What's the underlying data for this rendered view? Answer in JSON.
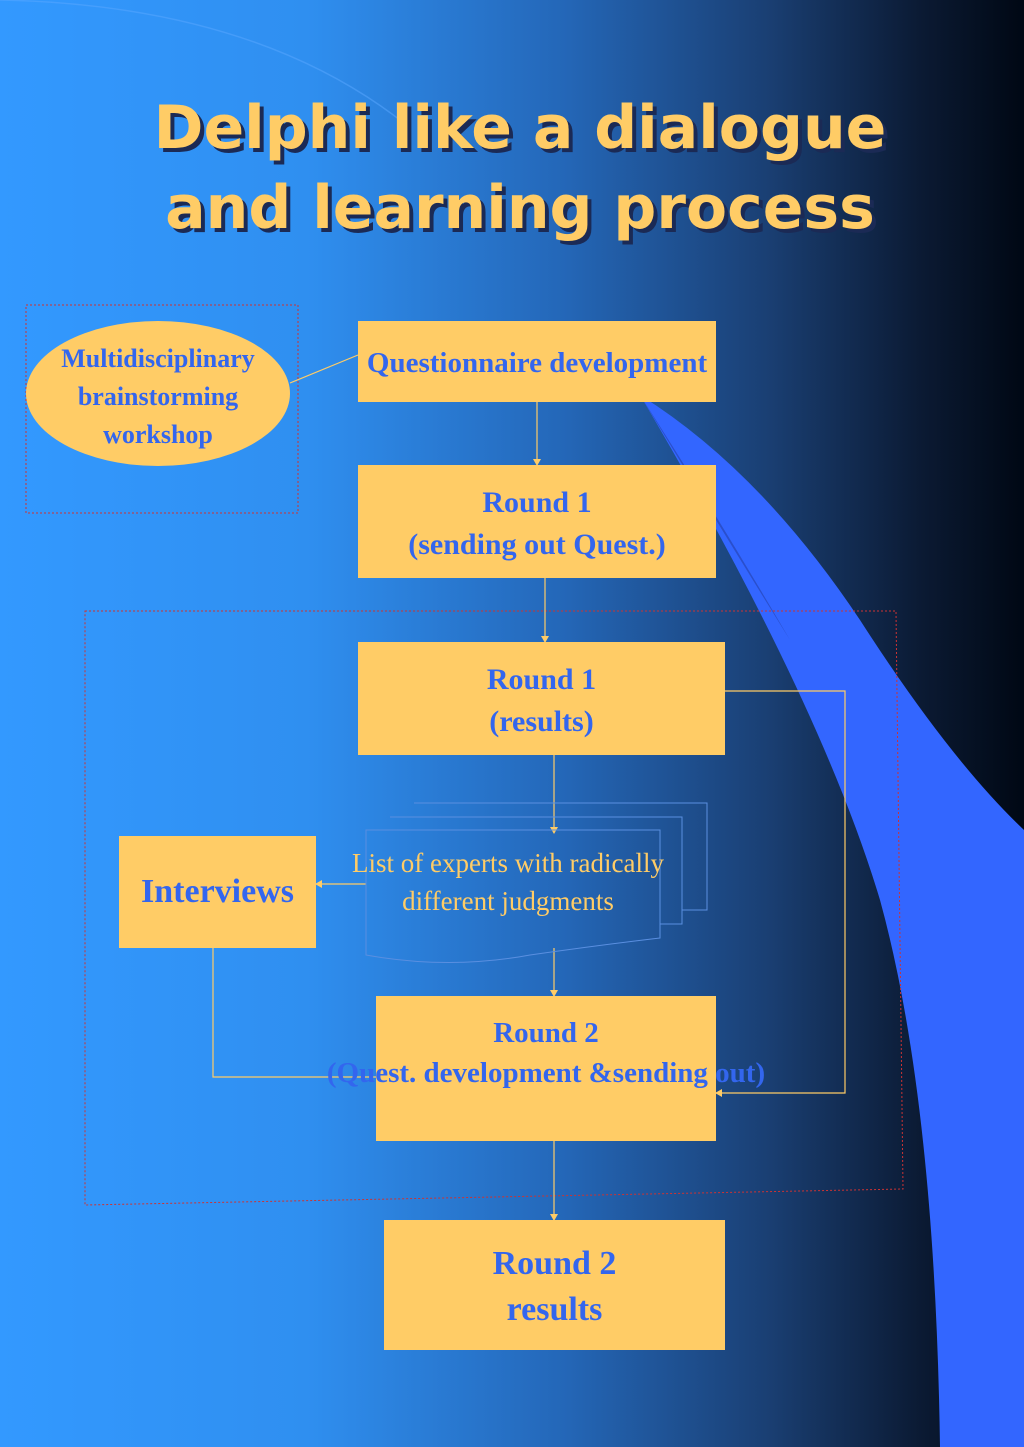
{
  "title": {
    "line1": "Delphi like a dialogue",
    "line2": "and learning process"
  },
  "colors": {
    "box_fill": "#ffcc66",
    "box_text": "#3366ee",
    "title_text": "#ffcc66",
    "connector": "#ffcc66",
    "group_outline": "#cc3333"
  },
  "nodes": {
    "workshop": {
      "line1": "Multidisciplinary",
      "line2": "brainstorming",
      "line3": "workshop"
    },
    "questionnaire": "Questionnaire development",
    "round1_sending": {
      "line1": "Round 1",
      "line2": "(sending out Quest.)"
    },
    "round1_results": {
      "line1": "Round 1",
      "line2": "(results)"
    },
    "experts": {
      "line1": "List of experts with radically",
      "line2": "different judgments"
    },
    "interviews": "Interviews",
    "round2_dev": {
      "line1": "Round 2",
      "line2": "(Quest. development &sending out)"
    },
    "round2_results": {
      "line1": "Round 2",
      "line2": "results"
    }
  }
}
